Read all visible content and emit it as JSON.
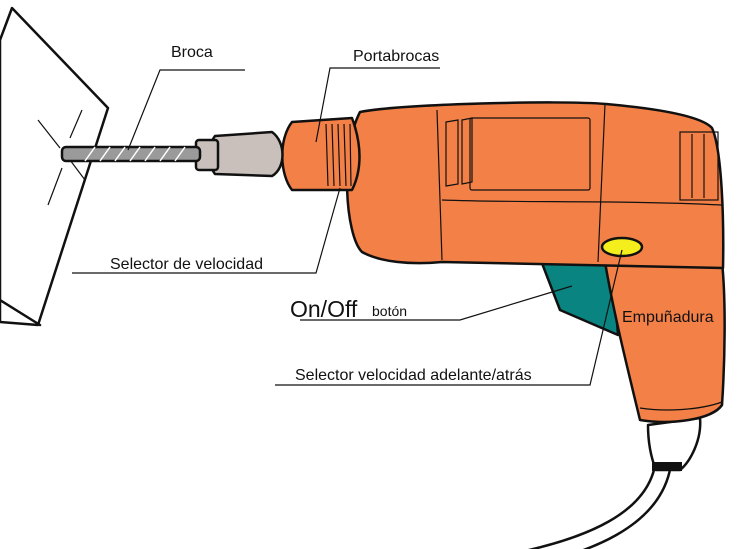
{
  "labels": {
    "broca": "Broca",
    "portabrocas": "Portabrocas",
    "selector_velocidad": "Selector de velocidad",
    "on_off": "On/Off",
    "boton": "botón",
    "empunadura": "Empuñadura",
    "selector_adelante_atras": "Selector velocidad adelante/atrás"
  },
  "colors": {
    "body": "#f38047",
    "trigger": "#0a8481",
    "switch": "#f4ef1c",
    "chuck": "#c9c0bb",
    "bit": "#9a9a9a",
    "outline": "#111111"
  }
}
